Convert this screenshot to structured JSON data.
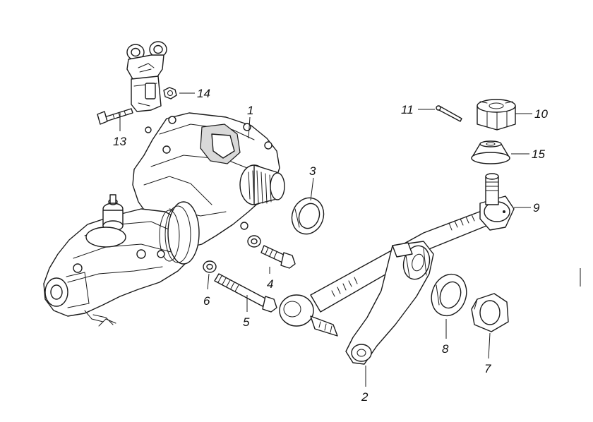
{
  "diagram": {
    "callouts": [
      {
        "id": "1",
        "label": "1"
      },
      {
        "id": "2",
        "label": "2"
      },
      {
        "id": "3",
        "label": "3"
      },
      {
        "id": "4",
        "label": "4"
      },
      {
        "id": "5",
        "label": "5"
      },
      {
        "id": "6",
        "label": "6"
      },
      {
        "id": "7",
        "label": "7"
      },
      {
        "id": "8",
        "label": "8"
      },
      {
        "id": "9",
        "label": "9"
      },
      {
        "id": "10",
        "label": "10"
      },
      {
        "id": "11",
        "label": "11"
      },
      {
        "id": "13",
        "label": "13"
      },
      {
        "id": "14",
        "label": "14"
      },
      {
        "id": "15",
        "label": "15"
      }
    ]
  }
}
